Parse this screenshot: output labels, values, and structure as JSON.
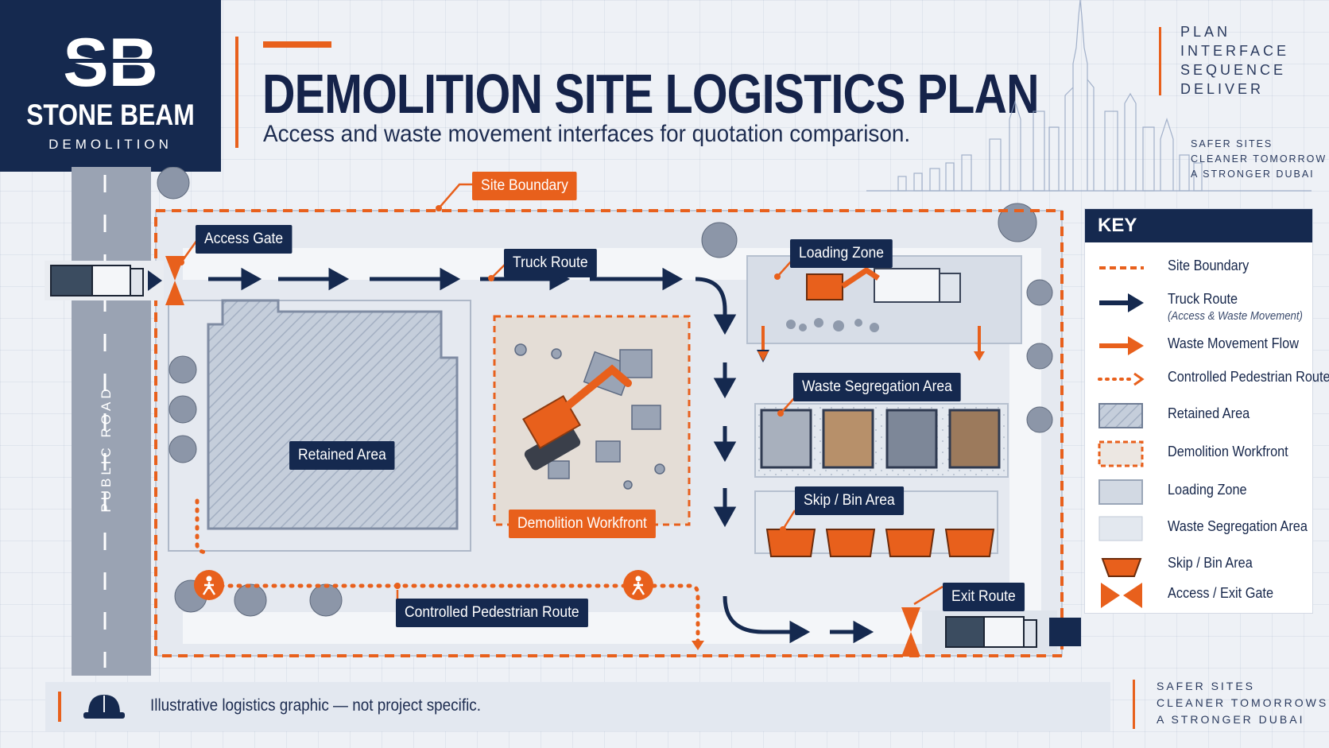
{
  "brand": {
    "monogram": "SB",
    "name": "STONE BEAM",
    "tagline": "DEMOLITION"
  },
  "header": {
    "title": "DEMOLITION SITE LOGISTICS PLAN",
    "subtitle": "Access and waste movement interfaces for quotation comparison."
  },
  "side_tags": {
    "steps": [
      "PLAN",
      "INTERFACE",
      "SEQUENCE",
      "DELIVER"
    ],
    "motto_top": [
      "SAFER SITES",
      "CLEANER TOMORROW",
      "A STRONGER DUBAI"
    ],
    "motto_bottom": [
      "SAFER SITES",
      "CLEANER TOMORROWS",
      "A STRONGER DUBAI"
    ]
  },
  "map": {
    "road_label": "PUBLIC ROAD",
    "labels": {
      "site_boundary": "Site Boundary",
      "access_gate": "Access Gate",
      "truck_route": "Truck Route",
      "loading_zone": "Loading Zone",
      "waste_segregation": "Waste Segregation Area",
      "retained_area": "Retained Area",
      "demolition_workfront": "Demolition Workfront",
      "skip_bin": "Skip / Bin Area",
      "pedestrian_route": "Controlled Pedestrian Route",
      "exit_route": "Exit Route"
    }
  },
  "key": {
    "heading": "KEY",
    "items": [
      {
        "label": "Site Boundary",
        "note": ""
      },
      {
        "label": "Truck Route",
        "note": "(Access & Waste Movement)"
      },
      {
        "label": "Waste Movement Flow",
        "note": ""
      },
      {
        "label": "Controlled Pedestrian Route",
        "note": ""
      },
      {
        "label": "Retained Area",
        "note": ""
      },
      {
        "label": "Demolition Workfront",
        "note": ""
      },
      {
        "label": "Loading Zone",
        "note": ""
      },
      {
        "label": "Waste Segregation Area",
        "note": ""
      },
      {
        "label": "Skip / Bin Area",
        "note": ""
      },
      {
        "label": "Access / Exit Gate",
        "note": ""
      }
    ]
  },
  "footer": {
    "disclaimer": "Illustrative logistics graphic — not project specific."
  },
  "colors": {
    "navy": "#15294f",
    "orange": "#e8601c",
    "paper": "#eef1f6"
  }
}
